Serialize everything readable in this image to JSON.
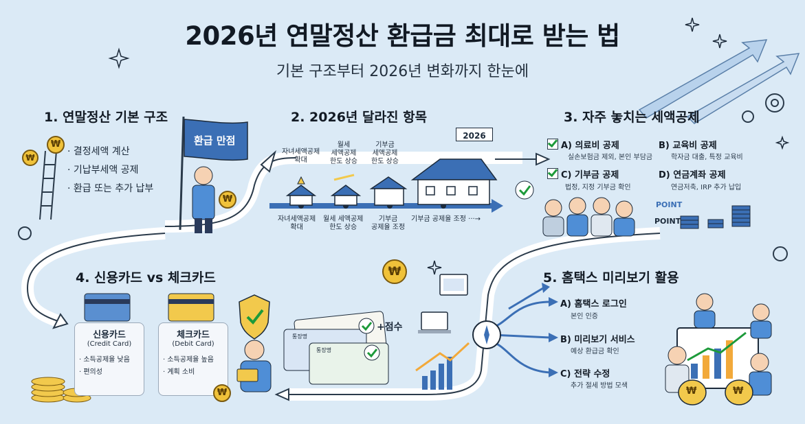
{
  "header": {
    "title": "2026년 연말정산 환급금 최대로 받는 법",
    "subtitle": "기본 구조부터 2026년 변화까지 한눈에"
  },
  "section1": {
    "title": "1. 연말정산 기본 구조",
    "flag": "환급 만점",
    "items": [
      "· 결정세액 계산",
      "· 기납부세액 공제",
      "· 환급 또는 추가 납부"
    ]
  },
  "section2": {
    "title": "2. 2026년 달라진 항목",
    "year_sign": "2026",
    "top_labels": [
      "자녀세액공제\n확대",
      "월세\n세액공제\n한도 상승",
      "기부금\n세액공제\n한도 상승"
    ],
    "bottom_labels": [
      "자녀세액공제\n확대",
      "월세 세액공제\n한도 상승",
      "기부금\n공제율 조정",
      "기부금 공제율 조정 ···→"
    ]
  },
  "section3": {
    "title": "3. 자주 놓치는 세액공제",
    "items": [
      {
        "label": "A) 의료비 공제",
        "desc": "실손보험금 제외, 본인 부담금"
      },
      {
        "label": "B) 교육비 공제",
        "desc": "학자금 대출, 특정 교육비"
      },
      {
        "label": "C) 기부금 공제",
        "desc": "법정, 지정 기부금 확인"
      },
      {
        "label": "D) 연금계좌 공제",
        "desc": "연금저축, IRP 추가 납입"
      }
    ],
    "point_labels": [
      "POINT",
      "POINT"
    ]
  },
  "section4": {
    "title": "4. 신용카드 vs 체크카드",
    "credit": {
      "name": "신용카드",
      "en": "(Credit Card)",
      "points": [
        "· 소득공제율 낮음",
        "· 편의성"
      ]
    },
    "debit": {
      "name": "체크카드",
      "en": "(Debit Card)",
      "points": [
        "· 소득공제율 높음",
        "· 계획 소비"
      ]
    },
    "bonus": "+점수",
    "card_label_1": "통장명",
    "card_label_2": "통장명"
  },
  "section5": {
    "title": "5. 홈택스 미리보기 활용",
    "items": [
      {
        "label": "A) 홈택스 로그인",
        "desc": "본인 인증"
      },
      {
        "label": "B) 미리보기 서비스",
        "desc": "예상 환급금 확인"
      },
      {
        "label": "C) 전략 수정",
        "desc": "추가 절세 방법 모색"
      }
    ]
  },
  "icons": {
    "coin_symbol": "₩"
  },
  "colors": {
    "background": "#dbeaf6",
    "accent_blue": "#3b6fb5",
    "card_blue": "#5a8fd0",
    "card_yellow": "#f2c94c",
    "check_green": "#1d9a3a"
  }
}
